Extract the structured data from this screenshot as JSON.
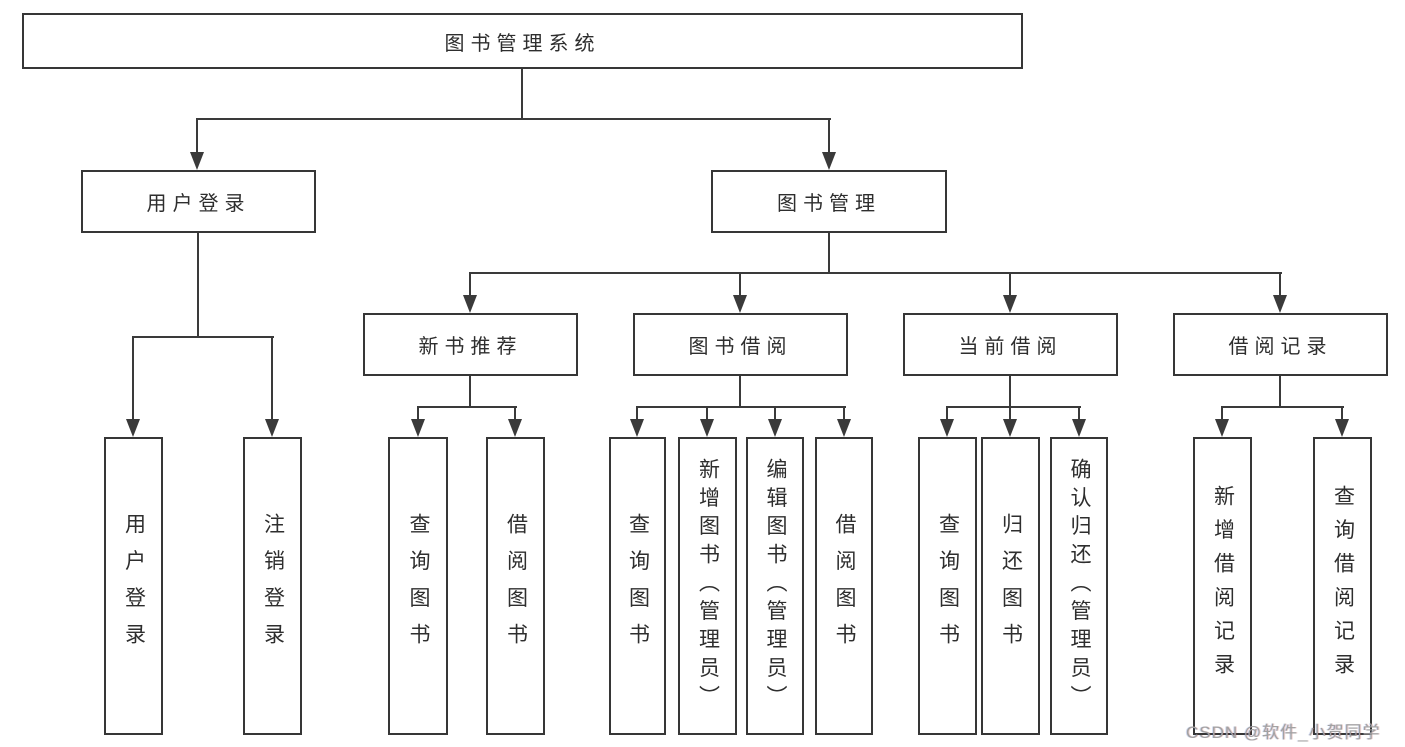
{
  "title": "图书管理系统",
  "colors": {
    "background": "#ffffff",
    "box_border": "#363636",
    "connector_line": "#3a3a3a",
    "text": "#2e2e2e",
    "watermark_text": "#a2a2a2"
  },
  "tree": {
    "root": {
      "label": "图书管理系统"
    },
    "branches": [
      {
        "label": "用户登录",
        "children": [
          {
            "label": "用户登录"
          },
          {
            "label": "注销登录"
          }
        ]
      },
      {
        "label": "图书管理",
        "children": [
          {
            "label": "新书推荐",
            "children": [
              {
                "label": "查询图书"
              },
              {
                "label": "借阅图书"
              }
            ]
          },
          {
            "label": "图书借阅",
            "children": [
              {
                "label": "查询图书"
              },
              {
                "label": "新增图书（管理员）"
              },
              {
                "label": "编辑图书（管理员）"
              },
              {
                "label": "借阅图书"
              }
            ]
          },
          {
            "label": "当前借阅",
            "children": [
              {
                "label": "查询图书"
              },
              {
                "label": "归还图书"
              },
              {
                "label": "确认归还（管理员）"
              }
            ]
          },
          {
            "label": "借阅记录",
            "children": [
              {
                "label": "新增借阅记录"
              },
              {
                "label": "查询借阅记录"
              }
            ]
          }
        ]
      }
    ]
  },
  "watermark": {
    "text": "CSDN @软件_小贺同学"
  }
}
